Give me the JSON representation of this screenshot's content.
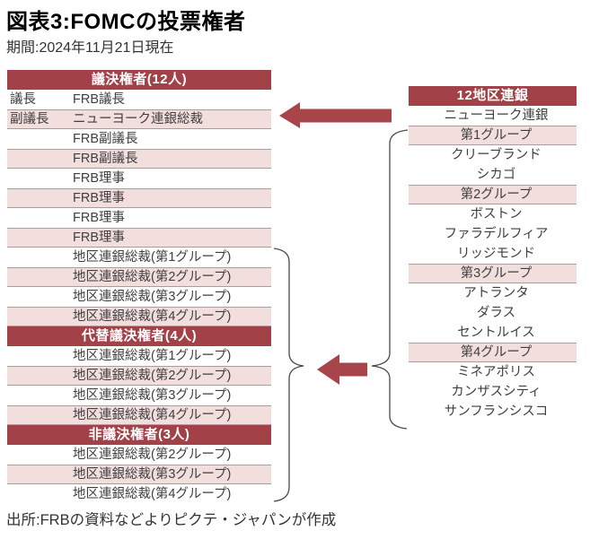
{
  "title": "図表3:FOMCの投票権者",
  "subtitle": "期間:2024年11月21日現在",
  "source": "出所:FRBの資料などよりピクテ・ジャパンが作成",
  "colors": {
    "header_red": "#a24147",
    "row_pink": "#f2dedd",
    "arrow_red": "#a8454a",
    "brace_gray": "#4a4a4a"
  },
  "icons": {
    "arrow_top": "left-arrow-icon",
    "arrow_middle": "left-arrow-icon",
    "brace_left": "curly-brace-right-pointing",
    "brace_right": "curly-brace-left-pointing"
  },
  "left_table": {
    "sections": [
      {
        "header": "議決権者(12人)",
        "rows": [
          {
            "label": "議長",
            "text": "FRB議長",
            "pink": false
          },
          {
            "label": "副議長",
            "text": "ニューヨーク連銀総裁",
            "pink": true
          },
          {
            "label": "",
            "text": "FRB副議長",
            "pink": false
          },
          {
            "label": "",
            "text": "FRB副議長",
            "pink": true
          },
          {
            "label": "",
            "text": "FRB理事",
            "pink": false
          },
          {
            "label": "",
            "text": "FRB理事",
            "pink": true
          },
          {
            "label": "",
            "text": "FRB理事",
            "pink": false
          },
          {
            "label": "",
            "text": "FRB理事",
            "pink": true
          },
          {
            "label": "",
            "text": "地区連銀総裁(第1グループ)",
            "pink": false
          },
          {
            "label": "",
            "text": "地区連銀総裁(第2グループ)",
            "pink": true
          },
          {
            "label": "",
            "text": "地区連銀総裁(第3グループ)",
            "pink": false
          },
          {
            "label": "",
            "text": "地区連銀総裁(第4グループ)",
            "pink": true
          }
        ]
      },
      {
        "header": "代替議決権者(4人)",
        "rows": [
          {
            "label": "",
            "text": "地区連銀総裁(第1グループ)",
            "pink": false
          },
          {
            "label": "",
            "text": "地区連銀総裁(第2グループ)",
            "pink": true
          },
          {
            "label": "",
            "text": "地区連銀総裁(第3グループ)",
            "pink": false
          },
          {
            "label": "",
            "text": "地区連銀総裁(第4グループ)",
            "pink": true
          }
        ]
      },
      {
        "header": "非議決権者(3人)",
        "rows": [
          {
            "label": "",
            "text": "地区連銀総裁(第2グループ)",
            "pink": false
          },
          {
            "label": "",
            "text": "地区連銀総裁(第3グループ)",
            "pink": true
          },
          {
            "label": "",
            "text": "地区連銀総裁(第4グループ)",
            "pink": false
          }
        ]
      }
    ]
  },
  "right_table": {
    "header": "12地区連銀",
    "rows": [
      {
        "text": "ニューヨーク連銀",
        "pink": false
      },
      {
        "text": "第1グループ",
        "pink": true
      },
      {
        "text": "クリーブランド",
        "pink": false
      },
      {
        "text": "シカゴ",
        "pink": false
      },
      {
        "text": "第2グループ",
        "pink": true
      },
      {
        "text": "ボストン",
        "pink": false
      },
      {
        "text": "ファラデルフィア",
        "pink": false
      },
      {
        "text": "リッジモンド",
        "pink": false
      },
      {
        "text": "第3グループ",
        "pink": true
      },
      {
        "text": "アトランタ",
        "pink": false
      },
      {
        "text": "ダラス",
        "pink": false
      },
      {
        "text": "セントルイス",
        "pink": false
      },
      {
        "text": "第4グループ",
        "pink": true
      },
      {
        "text": "ミネアポリス",
        "pink": false
      },
      {
        "text": "カンザスシティ",
        "pink": false
      },
      {
        "text": "サンフランシスコ",
        "pink": false
      }
    ]
  }
}
